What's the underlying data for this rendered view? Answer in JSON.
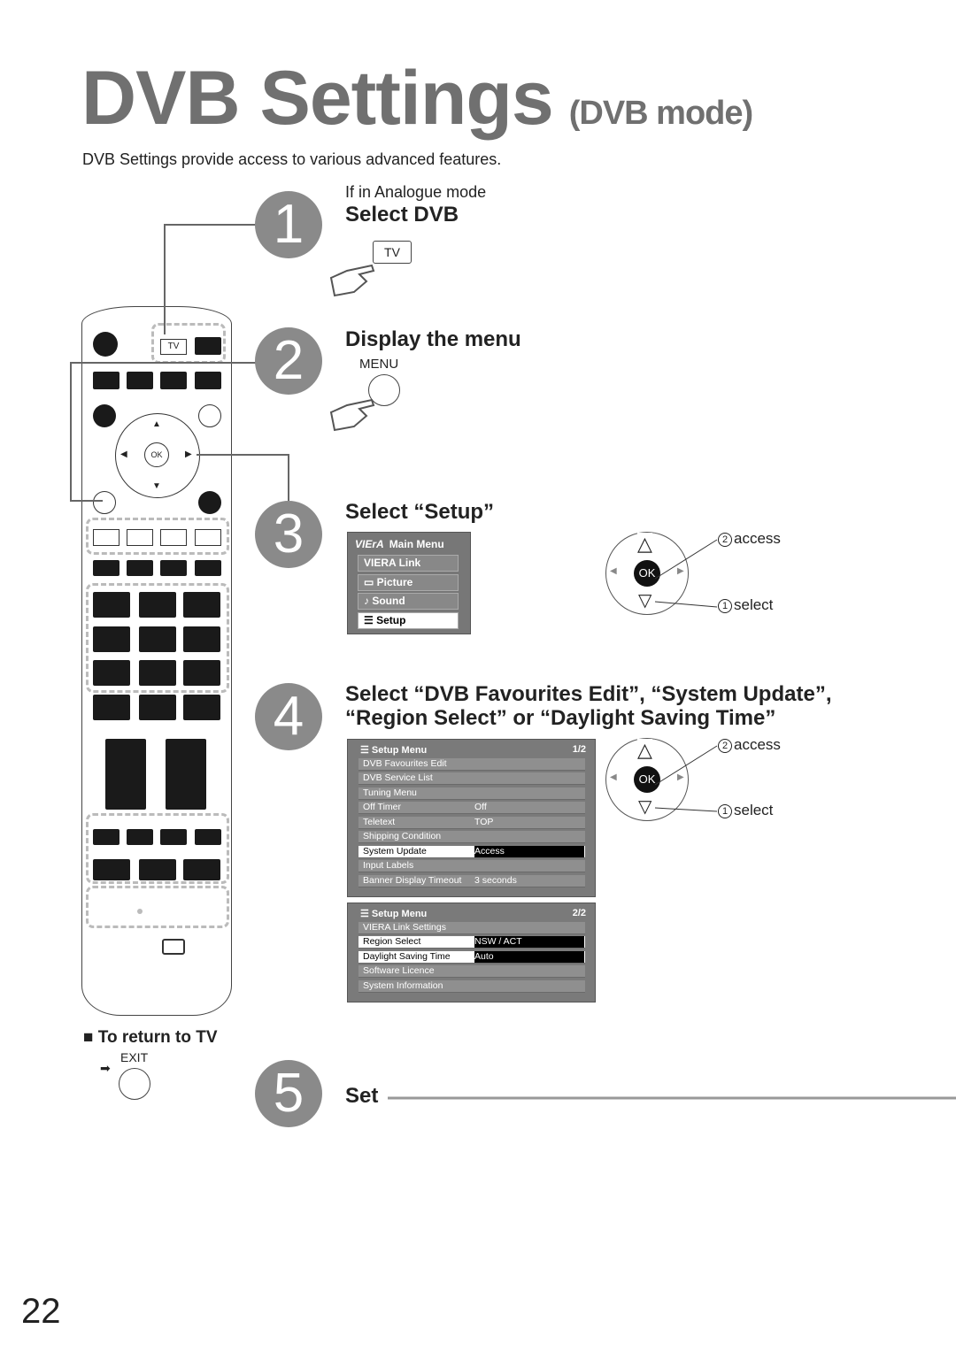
{
  "header": {
    "title": "DVB Settings",
    "subtitle": "(DVB mode)",
    "intro": "DVB Settings provide access to various advanced features."
  },
  "steps": [
    {
      "number": "1",
      "note": "If in Analogue mode",
      "heading": "Select DVB",
      "button_label": "TV"
    },
    {
      "number": "2",
      "heading": "Display the menu",
      "button_label": "MENU"
    },
    {
      "number": "3",
      "heading": "Select “Setup”"
    },
    {
      "number": "4",
      "heading_line1": "Select “DVB Favourites Edit”, “System Update”,",
      "heading_line2": "“Region Select” or “Daylight Saving Time”"
    },
    {
      "number": "5",
      "heading": "Set"
    }
  ],
  "main_menu": {
    "brand": "VIErA",
    "title": "Main Menu",
    "items": [
      "VIERA Link",
      "Picture",
      "Sound",
      "Setup"
    ]
  },
  "setup_menu_1": {
    "title": "Setup Menu",
    "page": "1/2",
    "rows": [
      {
        "label": "DVB Favourites Edit",
        "value": ""
      },
      {
        "label": "DVB Service List",
        "value": ""
      },
      {
        "label": "Tuning Menu",
        "value": ""
      },
      {
        "label": "Off Timer",
        "value": "Off"
      },
      {
        "label": "Teletext",
        "value": "TOP"
      },
      {
        "label": "Shipping Condition",
        "value": ""
      },
      {
        "label": "System Update",
        "value": "Access"
      },
      {
        "label": "Input Labels",
        "value": ""
      },
      {
        "label": "Banner Display Timeout",
        "value": "3 seconds"
      }
    ]
  },
  "setup_menu_2": {
    "title": "Setup Menu",
    "page": "2/2",
    "rows": [
      {
        "label": "VIERA Link Settings",
        "value": ""
      },
      {
        "label": "Region Select",
        "value": "NSW / ACT"
      },
      {
        "label": "Daylight Saving Time",
        "value": "Auto"
      },
      {
        "label": "Software Licence",
        "value": ""
      },
      {
        "label": "System Information",
        "value": ""
      }
    ]
  },
  "nav": {
    "ok_label": "OK",
    "access_num": "2",
    "access_label": "access",
    "select_num": "1",
    "select_label": "select"
  },
  "remote": {
    "tv_label": "TV",
    "ok_label": "OK"
  },
  "return_tv": {
    "heading": "To return to TV",
    "button_label": "EXIT"
  },
  "page_number": "22"
}
